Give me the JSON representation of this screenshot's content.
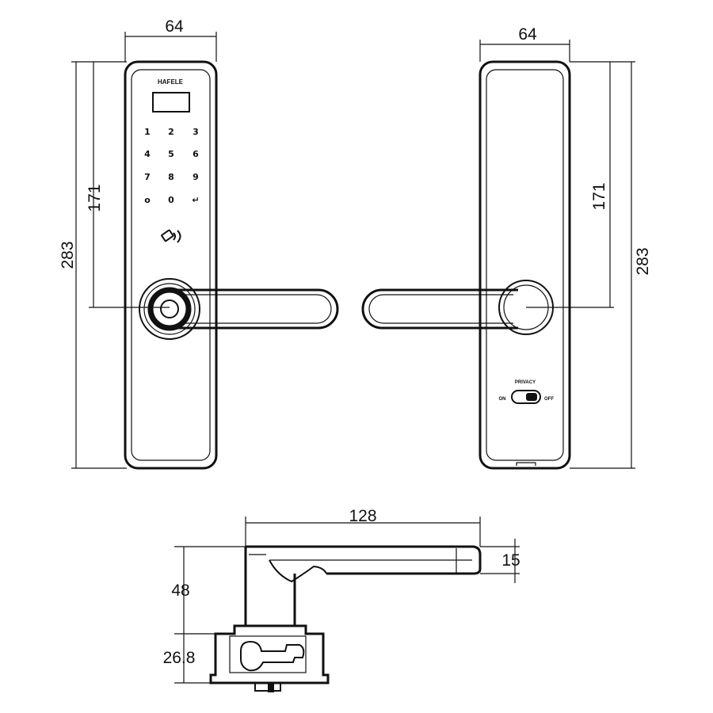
{
  "dimensions": {
    "front_width": "64",
    "front_inner_height": "171",
    "front_total_height": "283",
    "back_width": "64",
    "back_inner_height": "171",
    "back_total_height": "283",
    "side_length": "128",
    "side_handle_thickness": "15",
    "side_depth": "48",
    "side_body_depth": "26.8"
  },
  "front_panel": {
    "brand": "HAFELE",
    "keys": [
      "1",
      "2",
      "3",
      "4",
      "5",
      "6",
      "7",
      "8",
      "9",
      "o",
      "0",
      "↵"
    ]
  },
  "back_panel": {
    "switch_label": "PRIVACY",
    "switch_left": "ON",
    "switch_right": "OFF"
  }
}
